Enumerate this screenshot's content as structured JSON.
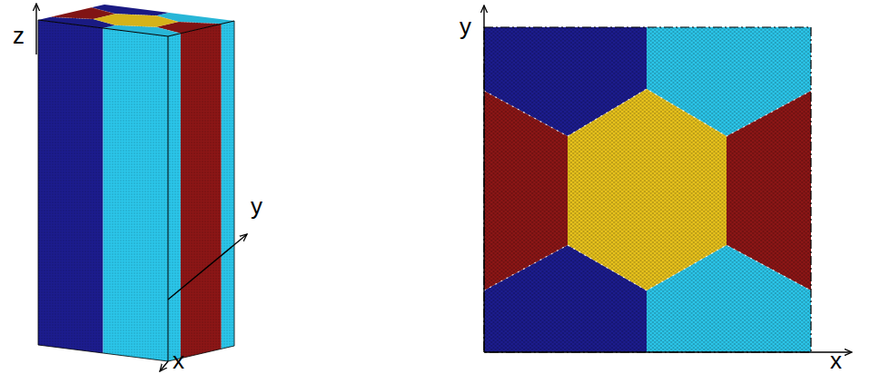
{
  "diagram": {
    "labels": [
      "z",
      "y",
      "x",
      "y",
      "x"
    ]
  }
}
